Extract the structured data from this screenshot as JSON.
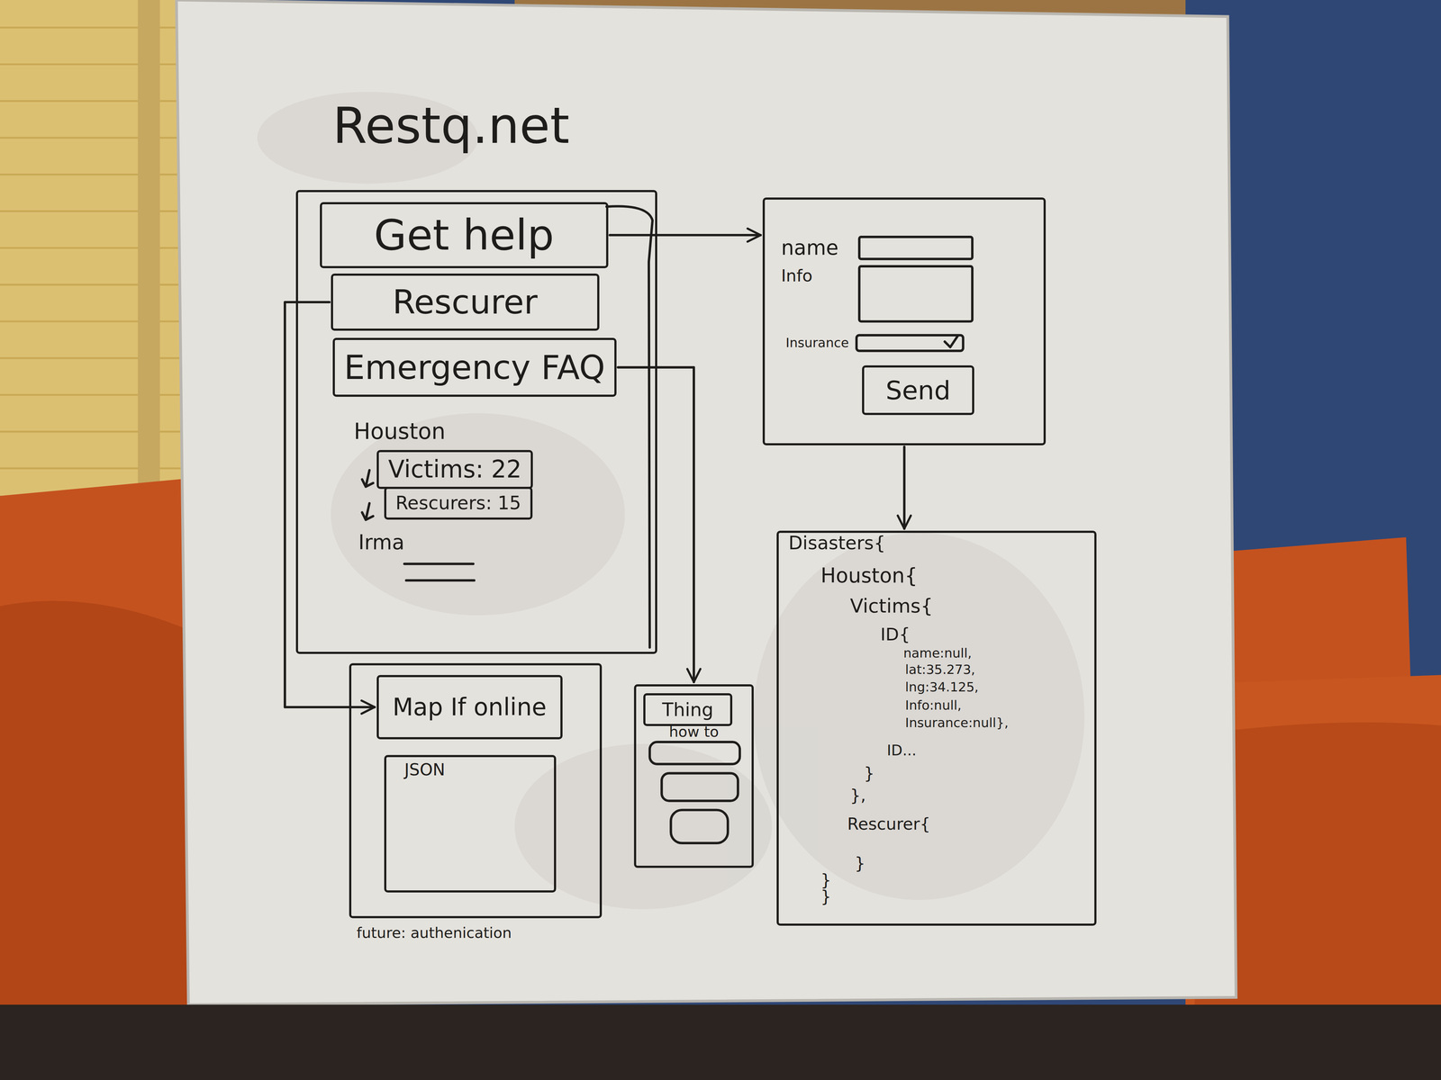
{
  "diagram": {
    "title": "Restq.net",
    "nodes": [
      {
        "text": [
          "Houston",
          "Irma"
        ]
      },
      {
        "text": [
          "Get help"
        ],
        "in": 0
      },
      {
        "text": [
          "Rescurer"
        ],
        "in": 0
      },
      {
        "text": [
          "Emergency FAQ"
        ],
        "in": 0
      },
      {
        "text": [
          "Victims: 22"
        ],
        "in": 0
      },
      {
        "text": [
          "Rescurers: 15"
        ],
        "in": 0
      },
      {
        "text": [
          "name",
          "Info",
          "Insurance"
        ]
      },
      {
        "text": [
          "Send"
        ],
        "in": 6
      },
      {
        "text": [
          "future: authenication"
        ]
      },
      {
        "text": [
          "Map If online"
        ],
        "in": 8
      },
      {
        "text": [
          "JSON"
        ],
        "in": 8
      },
      {
        "text": [
          "how to"
        ]
      },
      {
        "text": [
          "Thing"
        ],
        "in": 11
      },
      {
        "text": [
          "Disasters{",
          "Houston{",
          "Victims{",
          "ID{",
          "name:null,",
          "lat:35.273,",
          "lng:34.125,",
          "Info:null,",
          "Insurance:null},",
          "ID...",
          "}",
          "},",
          "Rescurer{",
          "}",
          "}",
          "}"
        ]
      }
    ],
    "edges": [
      {
        "from": 1,
        "to": 6,
        "arrow": "to"
      },
      {
        "from": 2,
        "to": 9,
        "arrow": "to"
      },
      {
        "from": 3,
        "to": 11,
        "arrow": "to"
      },
      {
        "from": 6,
        "to": 13,
        "arrow": "to"
      }
    ]
  }
}
